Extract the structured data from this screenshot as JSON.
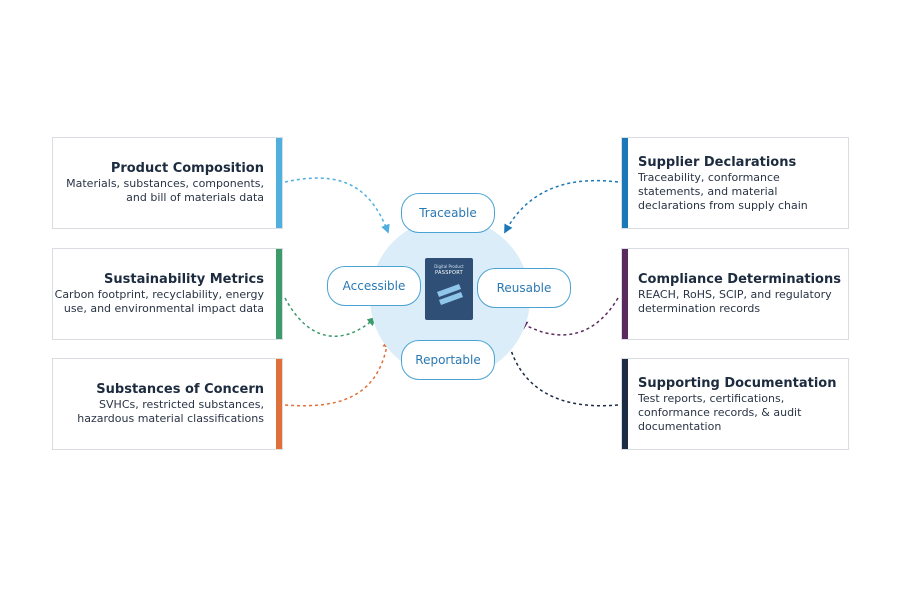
{
  "hub": {
    "passport_subtitle": "Digital Product",
    "passport_title": "PASSPORT"
  },
  "pills": {
    "traceable": "Traceable",
    "accessible": "Accessible",
    "reusable": "Reusable",
    "reportable": "Reportable"
  },
  "cards": {
    "product_composition": {
      "title": "Product Composition",
      "line1": "Materials, substances, components,",
      "line2": "and bill of materials data",
      "color": "#4fb0e0"
    },
    "sustainability_metrics": {
      "title": "Sustainability Metrics",
      "line1": "Carbon footprint, recyclability, energy",
      "line2": "use, and environmental impact data",
      "color": "#3c9a6b"
    },
    "substances_of_concern": {
      "title": "Substances of Concern",
      "line1": "SVHCs, restricted substances,",
      "line2": "hazardous material classifications",
      "color": "#e0703a"
    },
    "supplier_declarations": {
      "title": "Supplier Declarations",
      "line1": "Traceability, conformance",
      "line2": "statements, and material",
      "line3": "declarations from supply chain",
      "color": "#1b78b8"
    },
    "compliance_determinations": {
      "title": "Compliance Determinations",
      "line1": "REACH, RoHS, SCIP, and regulatory",
      "line2": "determination records",
      "color": "#5a2a5e"
    },
    "supporting_documentation": {
      "title": "Supporting Documentation",
      "line1": "Test reports, certifications,",
      "line2": "conformance records, & audit",
      "line3": "documentation",
      "color": "#1c2c44"
    }
  }
}
